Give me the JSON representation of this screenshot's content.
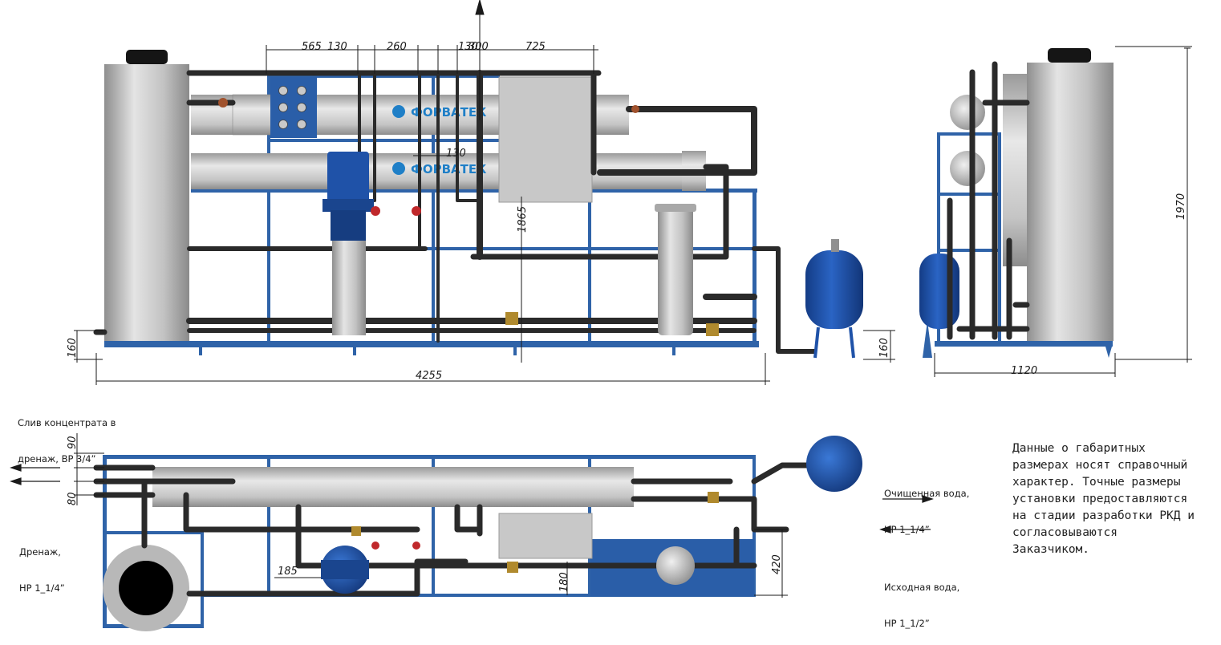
{
  "colors": {
    "frame": "#2f63a8",
    "pipe": "#2a2a2a",
    "vessel": "#bcbcbc",
    "tank": "#1f52a8",
    "brass": "#b08a2e",
    "valve_red": "#c0282b",
    "brand": "#1f7fc7"
  },
  "brand_logo": "ФОРВАТЕК",
  "dims": {
    "d565": "565",
    "d130a": "130",
    "d260": "260",
    "d130b": "130",
    "d300": "300",
    "d725": "725",
    "d130c": "130",
    "d1865": "1865",
    "d160l": "160",
    "d160r": "160",
    "d4255": "4255",
    "d1970": "1970",
    "d1120": "1120",
    "d90": "90",
    "d80": "80",
    "d420": "420",
    "d185": "185",
    "d180": "180"
  },
  "labels": {
    "drain_concentrate": [
      "Слив концентрата в",
      "дренаж, ВР 3/4”"
    ],
    "purified_water": [
      "Очищенная вода,",
      "НР 1_1/4”"
    ],
    "drainage": [
      "Дренаж,",
      "НР 1_1/4”"
    ],
    "source_water": [
      "Исходная вода,",
      "НР 1_1/2”"
    ]
  },
  "note": [
    "Данные о габаритных",
    "размерах носят справочный",
    "характер. Точные размеры",
    "установки предоставляются",
    "на стадии разработки РКД и",
    "согласовываются",
    "Заказчиком."
  ]
}
